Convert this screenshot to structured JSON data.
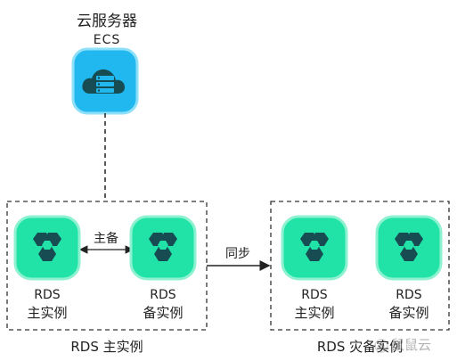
{
  "ecs": {
    "title": "云服务器",
    "subtitle": "ECS",
    "icon": "cloud-server-icon"
  },
  "primary_region": {
    "caption": "RDS 主实例",
    "primary_node": {
      "label_top": "RDS",
      "label_bottom": "主实例",
      "icon": "rds-database-icon"
    },
    "standby_node": {
      "label_top": "RDS",
      "label_bottom": "备实例",
      "icon": "rds-database-icon"
    },
    "link_label": "主备"
  },
  "sync_label": "同步",
  "dr_region": {
    "caption": "RDS 灾备实例",
    "primary_node": {
      "label_top": "RDS",
      "label_bottom": "主实例",
      "icon": "rds-database-icon"
    },
    "standby_node": {
      "label_top": "RDS",
      "label_bottom": "备实例",
      "icon": "rds-database-icon"
    }
  },
  "watermark": {
    "text": "鼠鼠云",
    "icon": "watermark-logo-icon"
  },
  "colors": {
    "ecs_blue": "#21b7ef",
    "rds_green": "#22e3a7",
    "icon_dark": "#174c53",
    "line": "#222222",
    "dashed_box": "#333333"
  }
}
